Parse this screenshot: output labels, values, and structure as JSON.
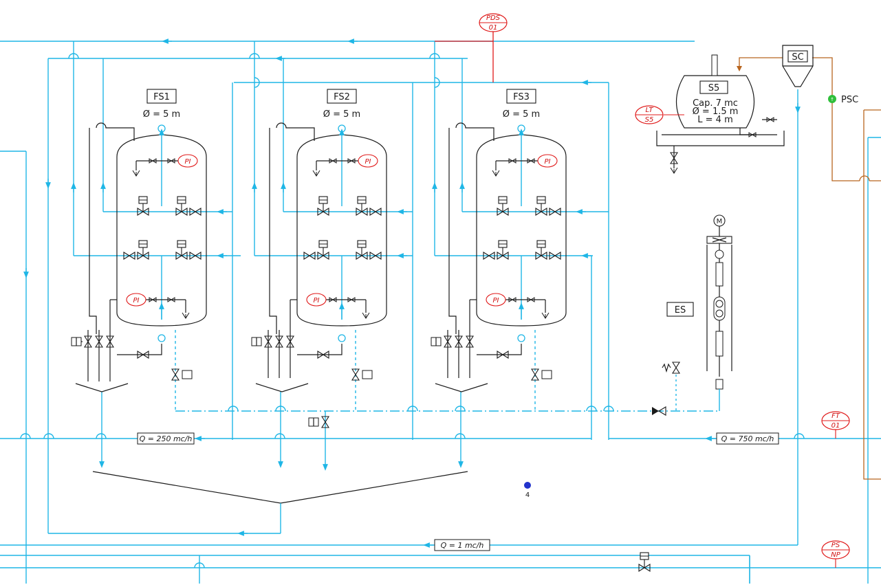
{
  "colors": {
    "process_line": "#1fb6e6",
    "equipment": "#1a1a1a",
    "instrument_line": "#e01818",
    "sludge_line": "#b8651e",
    "marker": "#2233cc",
    "psc_marker": "#2fbf3a"
  },
  "filters": [
    {
      "tag": "FS1",
      "diameter": "Ø = 5 m",
      "pi_top": "PI",
      "pi_bottom": "PI"
    },
    {
      "tag": "FS2",
      "diameter": "Ø = 5 m",
      "pi_top": "PI",
      "pi_bottom": "PI"
    },
    {
      "tag": "FS3",
      "diameter": "Ø = 5 m",
      "pi_top": "PI",
      "pi_bottom": "PI"
    }
  ],
  "tank": {
    "tag": "S5",
    "capacity": "Cap. 7 mc",
    "diameter": "Ø = 1.5 m",
    "length": "L = 4 m"
  },
  "instruments": {
    "pds": {
      "line1": "PDS",
      "line2": "01"
    },
    "lt": {
      "line1": "LT",
      "line2": "S5"
    },
    "ft": {
      "line1": "FT",
      "line2": "01"
    },
    "ps": {
      "line1": "PS",
      "line2": "NP"
    }
  },
  "equipment_tags": {
    "sc": "SC",
    "es": "ES",
    "motor": "M",
    "psc": "PSC"
  },
  "flow_labels": {
    "q250": "Q = 250 mc/h",
    "q750": "Q = 750 mc/h",
    "q1": "Q = 1 mc/h"
  },
  "marker_label": "4"
}
